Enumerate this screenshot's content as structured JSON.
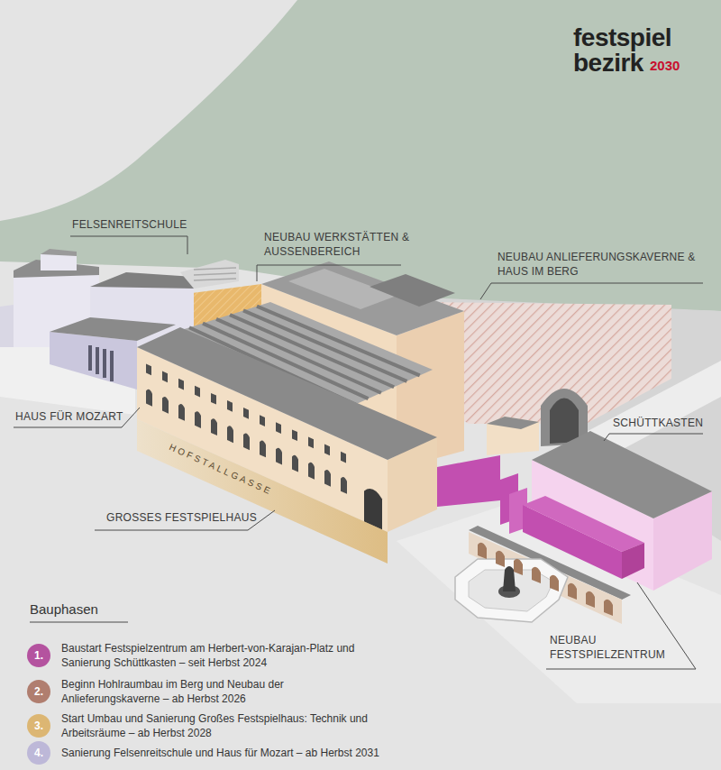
{
  "diagram": {
    "labels": [
      "festspiel",
      "bezirk",
      "2030",
      "FELSENREITSCHULE",
      "NEUBAU WERKSTÄTTEN & AUSSENBEREICH",
      "NEUBAU ANLIEFERUNGSKAVERNE & HAUS IM BERG",
      "HAUS FÜR MOZART",
      "SCHÜTTKASTEN",
      "HOFSTALLGASSE",
      "GROSSES FESTSPIELHAUS",
      "NEUBAU FESTSPIELZENTRUM",
      "Bauphasen",
      "1.",
      "2.",
      "3.",
      "4."
    ],
    "legend": [
      {
        "text": "Baustart Festspielzentrum am Herbert-von-Karajan-Platz und Sanierung Schüttkasten – seit Herbst 2024",
        "color": "#b4539f"
      },
      {
        "text": "Beginn Hohlraumbau im Berg und Neubau der Anlieferungskaverne – ab Herbst 2026",
        "color": "#b07e6f"
      },
      {
        "text": "Start Umbau und Sanierung Großes Festspielhaus: Technik und Arbeitsräume – ab Herbst 2028",
        "color": "#dcb673"
      },
      {
        "text": "Sanierung Felsenreitschule und Haus für Mozart – ab Herbst 2031",
        "color": "#bdb8d8"
      }
    ]
  }
}
